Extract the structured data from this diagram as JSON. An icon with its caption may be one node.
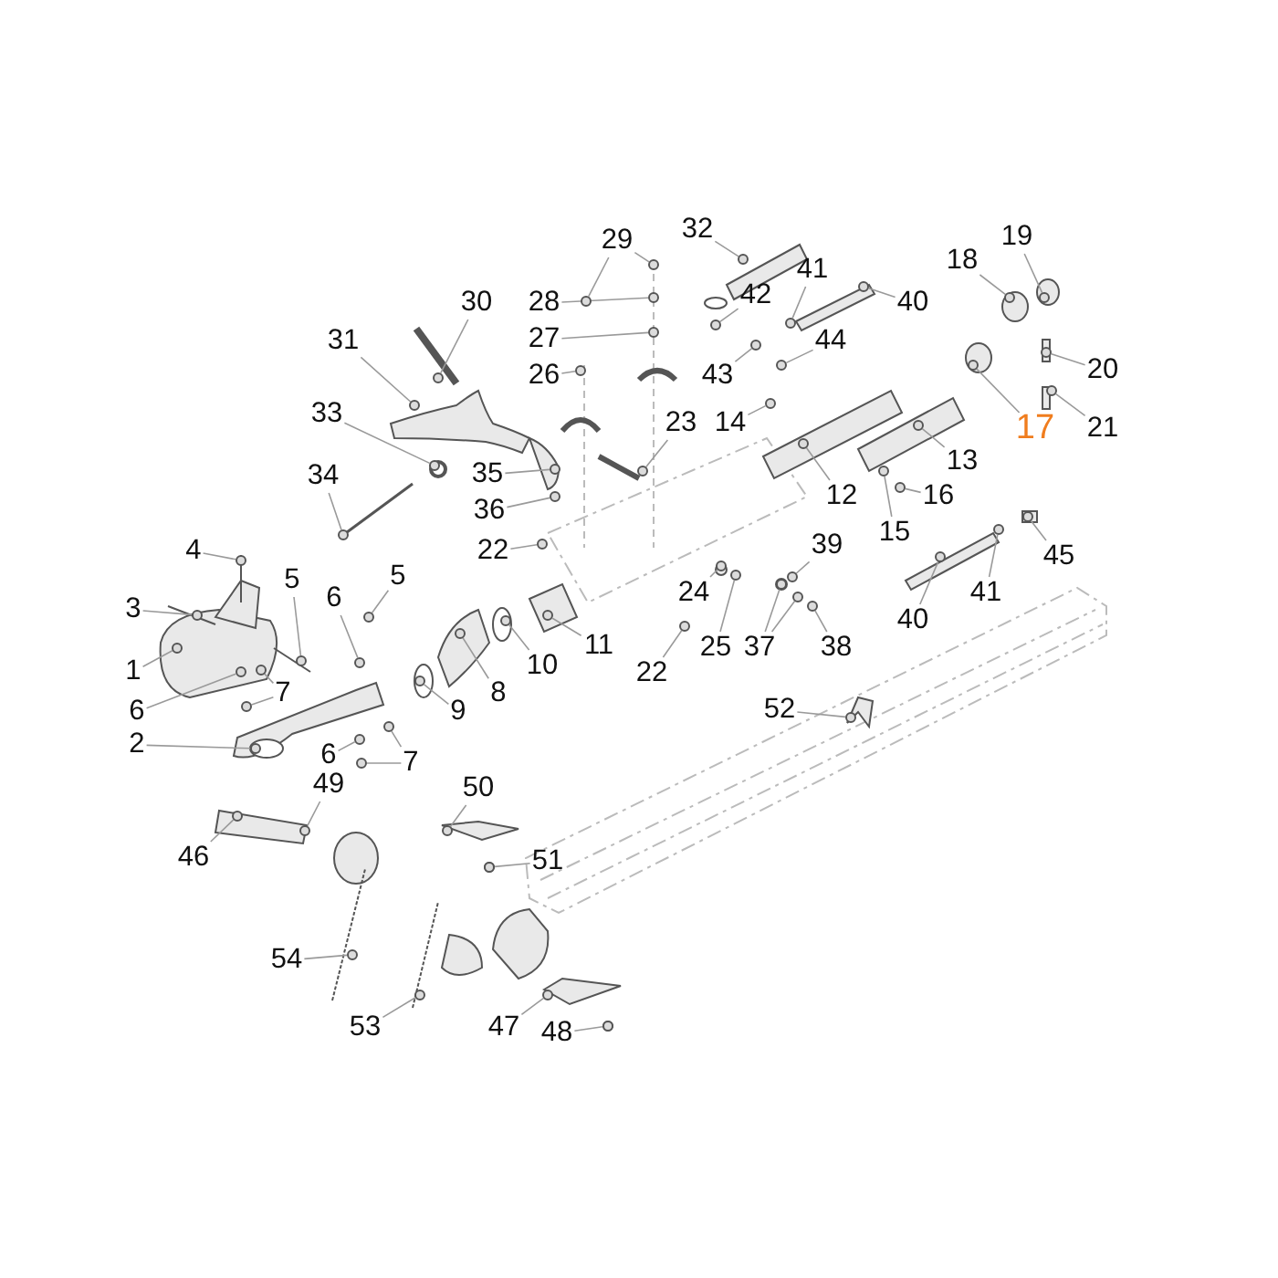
{
  "diagram": {
    "nodes": [
      {
        "text": [
          "32"
        ]
      },
      {
        "text": [
          "29"
        ]
      },
      {
        "text": [
          "19"
        ]
      },
      {
        "text": [
          "18"
        ]
      },
      {
        "text": [
          "41"
        ]
      },
      {
        "text": [
          "42"
        ]
      },
      {
        "text": [
          "30"
        ]
      },
      {
        "text": [
          "28"
        ]
      },
      {
        "text": [
          "40"
        ]
      },
      {
        "text": [
          "31"
        ]
      },
      {
        "text": [
          "27"
        ]
      },
      {
        "text": [
          "44"
        ]
      },
      {
        "text": [
          "20"
        ]
      },
      {
        "text": [
          "26"
        ]
      },
      {
        "text": [
          "43"
        ]
      },
      {
        "text": [
          "33"
        ]
      },
      {
        "text": [
          "23"
        ]
      },
      {
        "text": [
          "14"
        ]
      },
      {
        "text": [
          "17"
        ]
      },
      {
        "text": [
          "21"
        ]
      },
      {
        "text": [
          "13"
        ]
      },
      {
        "text": [
          "34"
        ]
      },
      {
        "text": [
          "35"
        ]
      },
      {
        "text": [
          "12"
        ]
      },
      {
        "text": [
          "16"
        ]
      },
      {
        "text": [
          "36"
        ]
      },
      {
        "text": [
          "15"
        ]
      },
      {
        "text": [
          "39"
        ]
      },
      {
        "text": [
          "22"
        ]
      },
      {
        "text": [
          "4"
        ]
      },
      {
        "text": [
          "45"
        ]
      },
      {
        "text": [
          "5"
        ]
      },
      {
        "text": [
          "5"
        ]
      },
      {
        "text": [
          "24"
        ]
      },
      {
        "text": [
          "41"
        ]
      },
      {
        "text": [
          "6"
        ]
      },
      {
        "text": [
          "3"
        ]
      },
      {
        "text": [
          "40"
        ]
      },
      {
        "text": [
          "11"
        ]
      },
      {
        "text": [
          "25"
        ]
      },
      {
        "text": [
          "37"
        ]
      },
      {
        "text": [
          "38"
        ]
      },
      {
        "text": [
          "10"
        ]
      },
      {
        "text": [
          "1"
        ]
      },
      {
        "text": [
          "22"
        ]
      },
      {
        "text": [
          "7"
        ]
      },
      {
        "text": [
          "8"
        ]
      },
      {
        "text": [
          "52"
        ]
      },
      {
        "text": [
          "6"
        ]
      },
      {
        "text": [
          "9"
        ]
      },
      {
        "text": [
          "2"
        ]
      },
      {
        "text": [
          "6"
        ]
      },
      {
        "text": [
          "7"
        ]
      },
      {
        "text": [
          "49"
        ]
      },
      {
        "text": [
          "50"
        ]
      },
      {
        "text": [
          "46"
        ]
      },
      {
        "text": [
          "51"
        ]
      },
      {
        "text": [
          "54"
        ]
      },
      {
        "text": [
          "53"
        ]
      },
      {
        "text": [
          "47"
        ]
      },
      {
        "text": [
          "48"
        ]
      },
      {
        "text": [],
        "shape": "circle"
      },
      {
        "text": [],
        "shape": "circle"
      },
      {
        "text": [],
        "shape": "circle"
      },
      {
        "text": [],
        "shape": "circle"
      },
      {
        "text": [],
        "shape": "circle"
      },
      {
        "text": [],
        "shape": "circle"
      },
      {
        "text": [],
        "shape": "circle"
      },
      {
        "text": [],
        "shape": "circle"
      },
      {
        "text": [],
        "shape": "circle"
      },
      {
        "text": [],
        "shape": "circle"
      },
      {
        "text": [],
        "shape": "circle"
      },
      {
        "text": [],
        "shape": "circle"
      },
      {
        "text": [],
        "shape": "circle"
      },
      {
        "text": [],
        "shape": "circle"
      },
      {
        "text": [],
        "shape": "circle"
      },
      {
        "text": [],
        "shape": "circle"
      },
      {
        "text": [],
        "shape": "circle"
      },
      {
        "text": [],
        "shape": "circle"
      },
      {
        "text": [],
        "shape": "circle"
      },
      {
        "text": [],
        "shape": "circle"
      },
      {
        "text": [],
        "shape": "circle"
      },
      {
        "text": [],
        "shape": "circle"
      },
      {
        "text": [],
        "shape": "circle"
      },
      {
        "text": [],
        "shape": "circle"
      },
      {
        "text": [],
        "shape": "circle"
      },
      {
        "text": [],
        "shape": "circle"
      },
      {
        "text": [],
        "shape": "circle"
      },
      {
        "text": [],
        "shape": "circle"
      },
      {
        "text": [],
        "shape": "circle"
      },
      {
        "text": [],
        "shape": "circle"
      },
      {
        "text": [],
        "shape": "circle"
      },
      {
        "text": [],
        "shape": "circle"
      },
      {
        "text": [],
        "shape": "circle"
      },
      {
        "text": [],
        "shape": "circle"
      },
      {
        "text": [],
        "shape": "circle"
      },
      {
        "text": [],
        "shape": "circle"
      },
      {
        "text": [],
        "shape": "circle"
      },
      {
        "text": [],
        "shape": "circle"
      },
      {
        "text": [],
        "shape": "circle"
      },
      {
        "text": [],
        "shape": "circle"
      },
      {
        "text": [],
        "shape": "circle"
      },
      {
        "text": [],
        "shape": "circle"
      },
      {
        "text": [],
        "shape": "circle"
      },
      {
        "text": [],
        "shape": "circle"
      },
      {
        "text": [],
        "shape": "circle"
      },
      {
        "text": [],
        "shape": "circle"
      },
      {
        "text": [],
        "shape": "circle"
      },
      {
        "text": [],
        "shape": "circle"
      },
      {
        "text": [],
        "shape": "circle"
      },
      {
        "text": [],
        "shape": "circle"
      },
      {
        "text": [],
        "shape": "circle"
      },
      {
        "text": [],
        "shape": "circle"
      },
      {
        "text": [],
        "shape": "circle"
      },
      {
        "text": [],
        "shape": "circle"
      },
      {
        "text": [],
        "shape": "circle"
      },
      {
        "text": [],
        "shape": "circle"
      },
      {
        "text": [],
        "shape": "circle"
      },
      {
        "text": [],
        "shape": "circle"
      },
      {
        "text": [],
        "shape": "circle"
      },
      {
        "text": [],
        "shape": "circle"
      },
      {
        "text": [],
        "shape": "circle"
      },
      {
        "text": [],
        "shape": "circle"
      },
      {
        "text": [],
        "shape": "circle"
      },
      {
        "text": [],
        "shape": "circle"
      },
      {
        "text": [],
        "shape": "circle"
      }
    ],
    "edges": [
      {
        "from": 0,
        "to": 61,
        "arrow": "none"
      },
      {
        "from": 1,
        "to": 62,
        "arrow": "none"
      },
      {
        "from": 1,
        "to": 63,
        "arrow": "none"
      },
      {
        "from": 2,
        "to": 64,
        "arrow": "none"
      },
      {
        "from": 3,
        "to": 65,
        "arrow": "none"
      },
      {
        "from": 4,
        "to": 66,
        "arrow": "none"
      },
      {
        "from": 5,
        "to": 67,
        "arrow": "none"
      },
      {
        "from": 6,
        "to": 68,
        "arrow": "none"
      },
      {
        "from": 7,
        "to": 69,
        "arrow": "none"
      },
      {
        "from": 8,
        "to": 70,
        "arrow": "none"
      },
      {
        "from": 9,
        "to": 71,
        "arrow": "none"
      },
      {
        "from": 10,
        "to": 72,
        "arrow": "none"
      },
      {
        "from": 11,
        "to": 73,
        "arrow": "none"
      },
      {
        "from": 12,
        "to": 74,
        "arrow": "none"
      },
      {
        "from": 13,
        "to": 75,
        "arrow": "none"
      },
      {
        "from": 14,
        "to": 76,
        "arrow": "none"
      },
      {
        "from": 15,
        "to": 77,
        "arrow": "none"
      },
      {
        "from": 16,
        "to": 78,
        "arrow": "none"
      },
      {
        "from": 17,
        "to": 79,
        "arrow": "none"
      },
      {
        "from": 18,
        "to": 80,
        "arrow": "none"
      },
      {
        "from": 19,
        "to": 81,
        "arrow": "none"
      },
      {
        "from": 20,
        "to": 82,
        "arrow": "none"
      },
      {
        "from": 21,
        "to": 83,
        "arrow": "none"
      },
      {
        "from": 22,
        "to": 84,
        "arrow": "none"
      },
      {
        "from": 23,
        "to": 85,
        "arrow": "none"
      },
      {
        "from": 24,
        "to": 86,
        "arrow": "none"
      },
      {
        "from": 25,
        "to": 87,
        "arrow": "none"
      },
      {
        "from": 26,
        "to": 88,
        "arrow": "none"
      },
      {
        "from": 27,
        "to": 89,
        "arrow": "none"
      },
      {
        "from": 28,
        "to": 90,
        "arrow": "none"
      },
      {
        "from": 29,
        "to": 91,
        "arrow": "none"
      },
      {
        "from": 30,
        "to": 92,
        "arrow": "none"
      },
      {
        "from": 31,
        "to": 93,
        "arrow": "none"
      },
      {
        "from": 32,
        "to": 94,
        "arrow": "none"
      },
      {
        "from": 33,
        "to": 95,
        "arrow": "none"
      },
      {
        "from": 34,
        "to": 96,
        "arrow": "none"
      },
      {
        "from": 35,
        "to": 97,
        "arrow": "none"
      },
      {
        "from": 36,
        "to": 98,
        "arrow": "none"
      },
      {
        "from": 37,
        "to": 99,
        "arrow": "none"
      },
      {
        "from": 38,
        "to": 100,
        "arrow": "none"
      },
      {
        "from": 39,
        "to": 101,
        "arrow": "none"
      },
      {
        "from": 40,
        "to": 102,
        "arrow": "none"
      },
      {
        "from": 40,
        "to": 103,
        "arrow": "none"
      },
      {
        "from": 41,
        "to": 104,
        "arrow": "none"
      },
      {
        "from": 42,
        "to": 105,
        "arrow": "none"
      },
      {
        "from": 43,
        "to": 106,
        "arrow": "none"
      },
      {
        "from": 44,
        "to": 107,
        "arrow": "none"
      },
      {
        "from": 45,
        "to": 108,
        "arrow": "none"
      },
      {
        "from": 45,
        "to": 109,
        "arrow": "none"
      },
      {
        "from": 46,
        "to": 110,
        "arrow": "none"
      },
      {
        "from": 47,
        "to": 111,
        "arrow": "none"
      },
      {
        "from": 48,
        "to": 112,
        "arrow": "none"
      },
      {
        "from": 49,
        "to": 113,
        "arrow": "none"
      },
      {
        "from": 50,
        "to": 114,
        "arrow": "none"
      },
      {
        "from": 51,
        "to": 115,
        "arrow": "none"
      },
      {
        "from": 52,
        "to": 116,
        "arrow": "none"
      },
      {
        "from": 52,
        "to": 117,
        "arrow": "none"
      },
      {
        "from": 53,
        "to": 118,
        "arrow": "none"
      },
      {
        "from": 54,
        "to": 119,
        "arrow": "none"
      },
      {
        "from": 55,
        "to": 120,
        "arrow": "none"
      },
      {
        "from": 56,
        "to": 121,
        "arrow": "none"
      },
      {
        "from": 57,
        "to": 122,
        "arrow": "none"
      },
      {
        "from": 58,
        "to": 123,
        "arrow": "none"
      },
      {
        "from": 59,
        "to": 124,
        "arrow": "none"
      },
      {
        "from": 60,
        "to": 125,
        "arrow": "none"
      }
    ]
  }
}
